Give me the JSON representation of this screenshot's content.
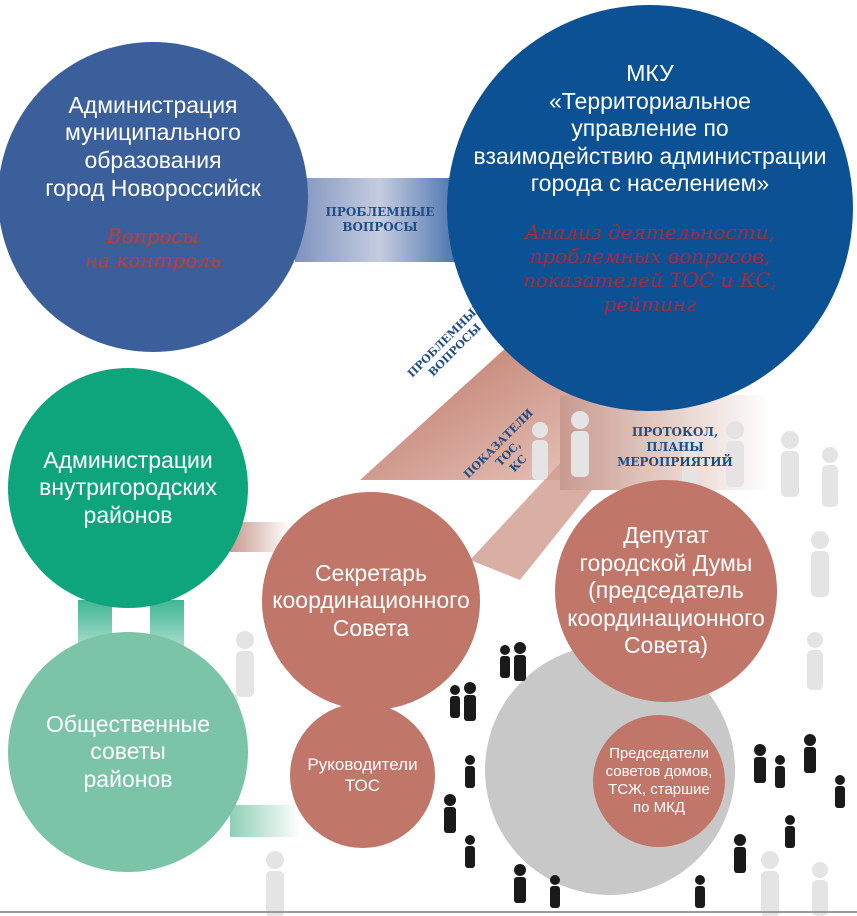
{
  "nodes": {
    "admin_city": {
      "title": "Администрация\nмуниципального\nобразования\nгород Новороссийск",
      "note": "Вопросы\nна контроль"
    },
    "mku": {
      "title": "МКУ\n«Территориальное\nуправление по\nвзаимодействию администрации\nгорода с населением»",
      "note": "Анализ деятельности,\nпроблемных вопросов,\nпоказателей ТОС и КС,\nрейтинг"
    },
    "district_admin": {
      "title": "Администрации\nвнутригородских\nрайонов"
    },
    "public_councils": {
      "title": "Общественные\nсоветы\nрайонов"
    },
    "secretary": {
      "title": "Секретарь\nкоординационного\nСовета"
    },
    "deputy": {
      "title": "Депутат\nгородской Думы\n(председатель\nкоординационного\nСовета)"
    },
    "tos_heads": {
      "title": "Руководители\nТОС"
    },
    "house_chairs": {
      "title": "Председатели\nсоветов домов,\nТСЖ, старшие\nпо МКД"
    }
  },
  "edges": {
    "top": "ПРОБЛЕМНЫЕ\nВОПРОСЫ",
    "diag_problems": "ПРОБЛЕМНЫЕ\nВОПРОСЫ",
    "diag_indicators": "ПОКАЗАТЕЛИ\nТОС,\nКС",
    "protocol": "ПРОТОКОЛ,\nПЛАНЫ\nМЕРОПРИЯТИЙ"
  },
  "colors": {
    "admin_city": "#3b5f9b",
    "mku": "#0b5193",
    "district_admin": "#0fa57c",
    "public_councils": "#7cc4a8",
    "council_members": "#c07669",
    "note_text": "#c23b3b",
    "edge_label": "#1f4e86"
  }
}
